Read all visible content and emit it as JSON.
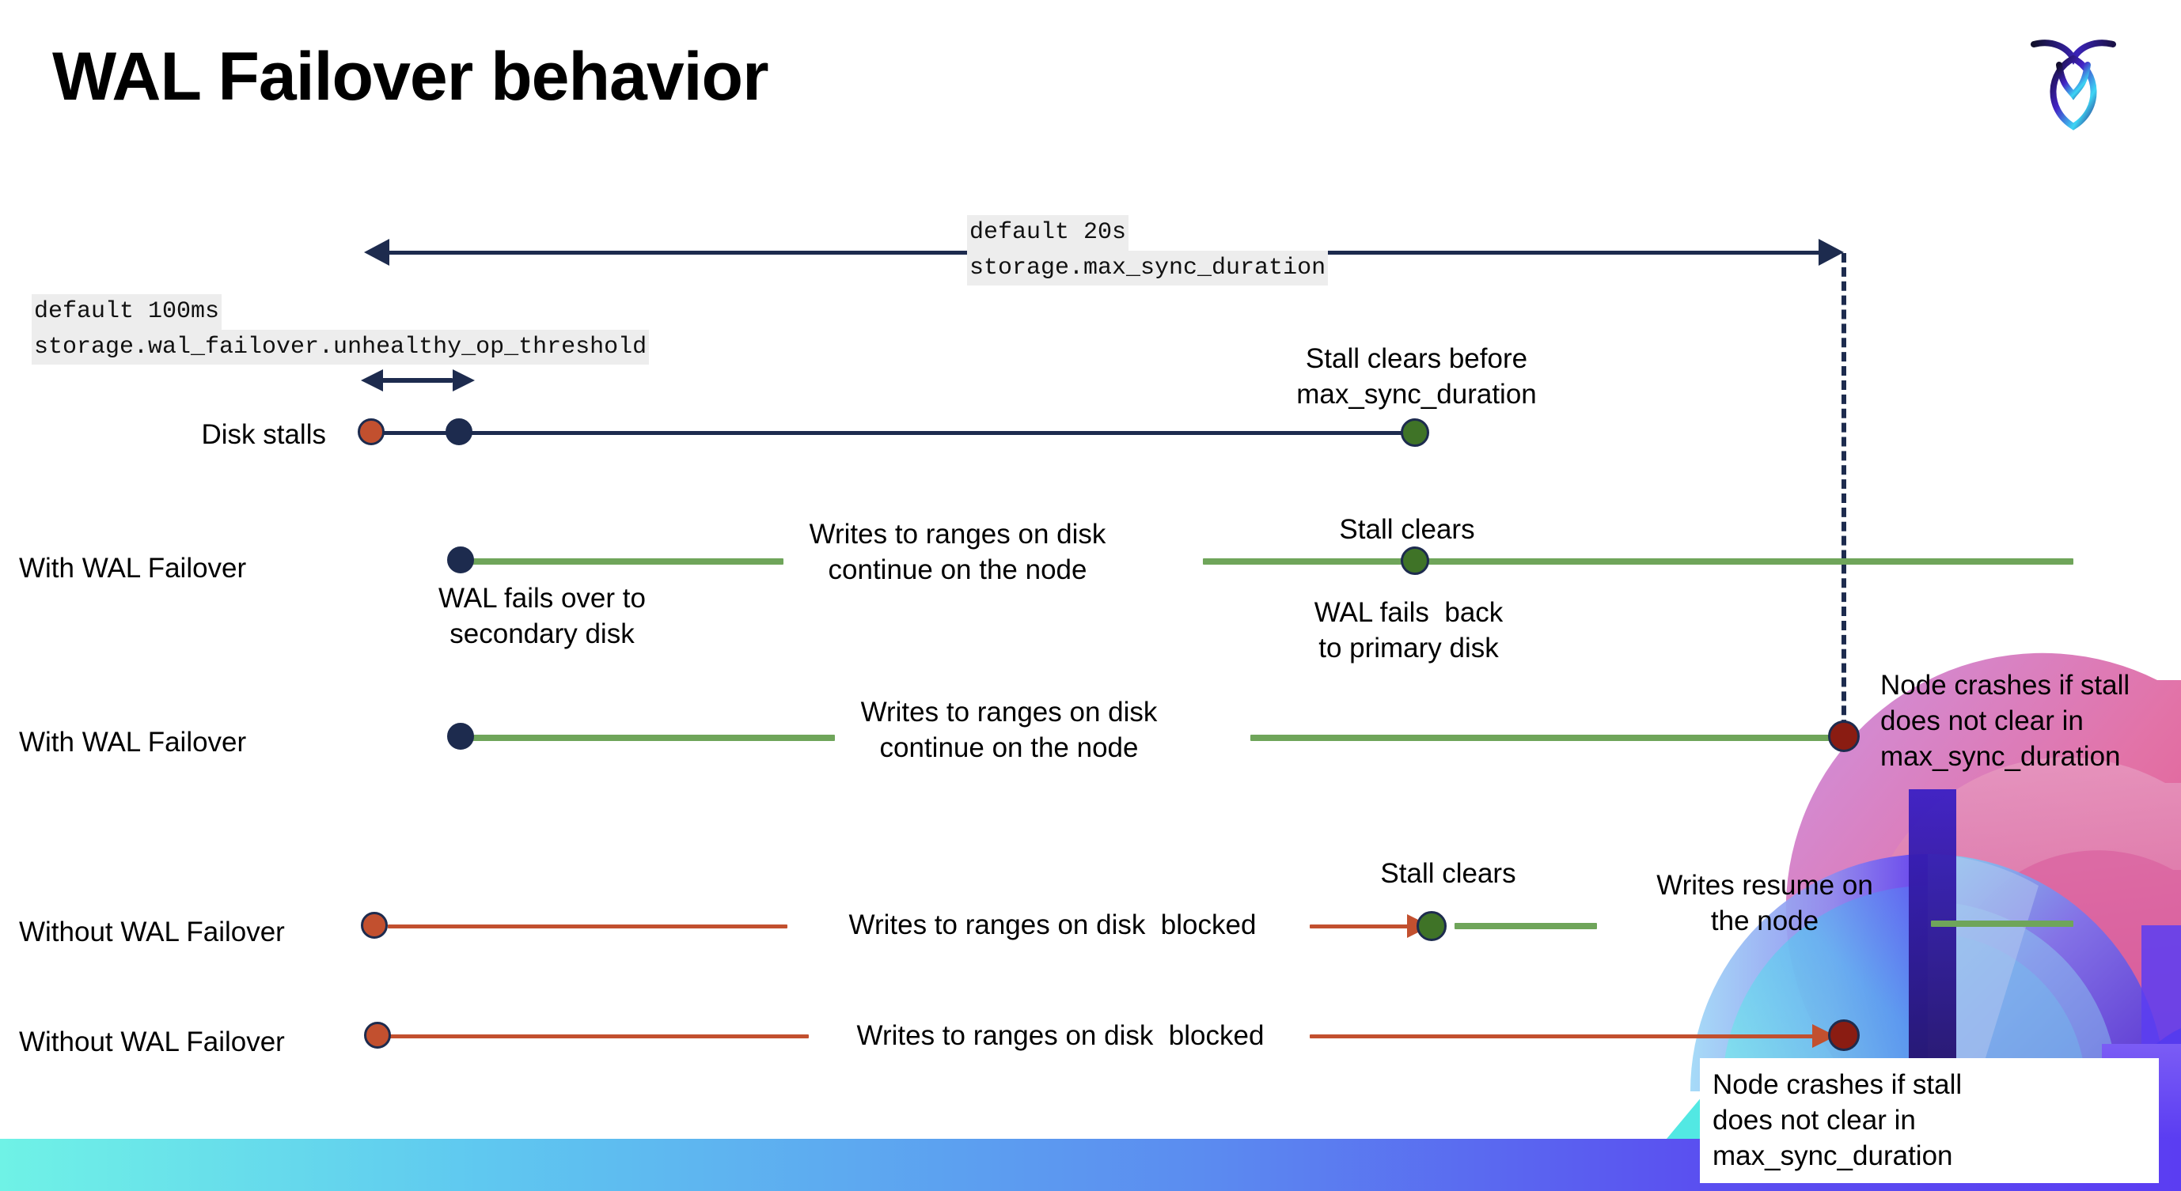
{
  "slide": {
    "title": "WAL Failover behavior",
    "logo_name": "cockroachdb-logo"
  },
  "settings": {
    "max_sync": {
      "default_line": "default 20s",
      "setting_line": "storage.max_sync_duration"
    },
    "unhealthy_op": {
      "default_line": "default 100ms",
      "setting_line": "storage.wal_failover.unhealthy_op_threshold"
    }
  },
  "rows": [
    {
      "label": "Disk stalls",
      "annotations": [
        "Stall clears before\nmax_sync_duration"
      ]
    },
    {
      "label": "With WAL Failover",
      "annotations": [
        "WAL fails over to\nsecondary disk",
        "Writes to ranges on disk\ncontinue on the node",
        "Stall clears",
        "WAL fails  back\nto primary disk"
      ]
    },
    {
      "label": "With WAL Failover",
      "annotations": [
        "Writes to ranges on disk\ncontinue on the node",
        "Node crashes if stall\ndoes not clear in\nmax_sync_duration"
      ]
    },
    {
      "label": "Without WAL Failover",
      "annotations": [
        "Writes to ranges on disk  blocked",
        "Stall clears",
        "Writes resume on\nthe node"
      ]
    },
    {
      "label": "Without WAL Failover",
      "annotations": [
        "Writes to ranges on disk  blocked",
        "Node crashes if stall\ndoes not clear in\nmax_sync_duration"
      ]
    }
  ],
  "colors": {
    "navy": "#1d2b4e",
    "green_line": "#6fa55a",
    "green_dot": "#3f7327",
    "red_line": "#c2502f",
    "red_dot": "#c2502f",
    "dark_red_dot": "#8a1c12",
    "chip_bg": "#ededed",
    "bar_gradient_start": "#6ff2e6",
    "bar_gradient_end": "#5b3df2"
  }
}
